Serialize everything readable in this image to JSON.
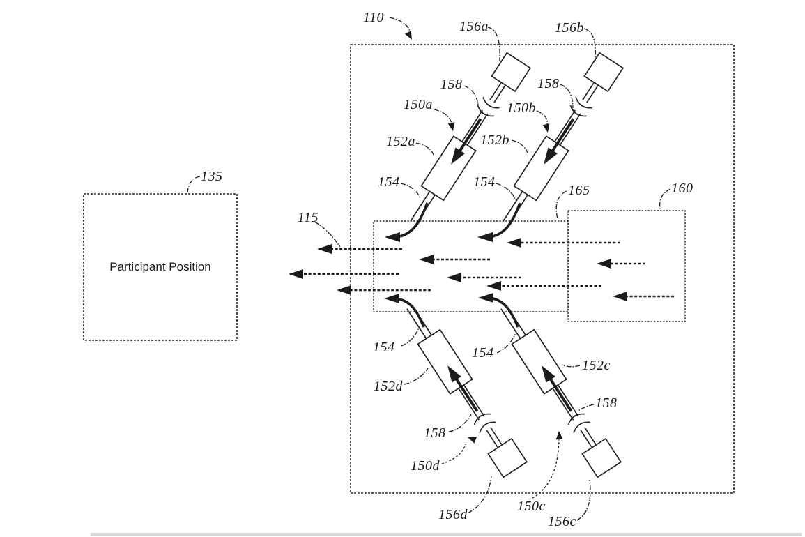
{
  "figure": {
    "participant_box_label": "Participant Position",
    "labels": {
      "n110": "110",
      "n115": "115",
      "n135": "135",
      "n150a": "150a",
      "n150b": "150b",
      "n150c": "150c",
      "n150d": "150d",
      "n152a": "152a",
      "n152b": "152b",
      "n152c": "152c",
      "n152d": "152d",
      "n154_tl": "154",
      "n154_tm": "154",
      "n154_bl": "154",
      "n154_bm": "154",
      "n156a": "156a",
      "n156b": "156b",
      "n156c": "156c",
      "n156d": "156d",
      "n158_tl": "158",
      "n158_tr": "158",
      "n158_bl": "158",
      "n158_br": "158",
      "n160": "160",
      "n165": "165"
    },
    "colors": {
      "ink": "#1b1b1b",
      "background": "#ffffff",
      "scan_artifact": "#d6d6d6"
    }
  }
}
